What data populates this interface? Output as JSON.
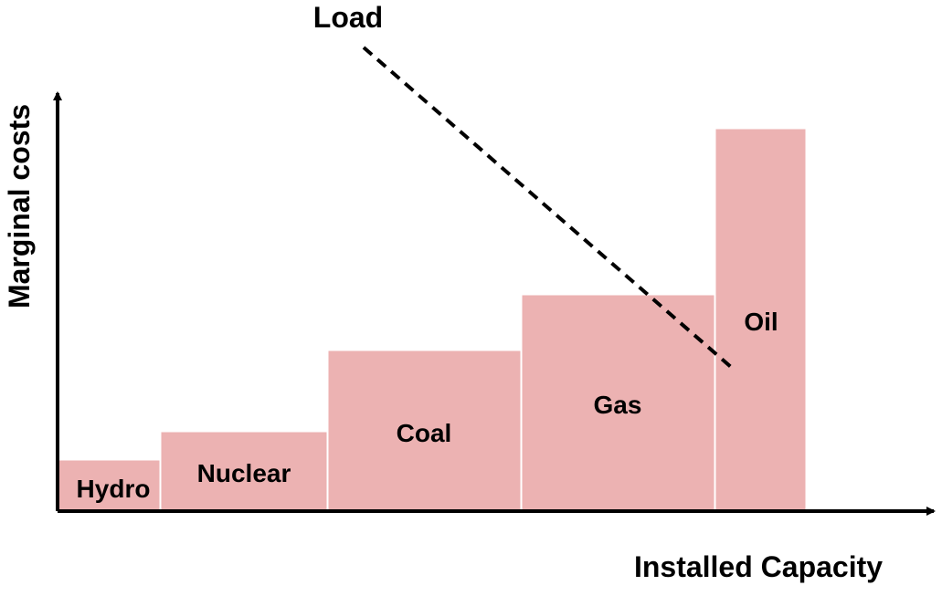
{
  "diagram": {
    "axes": {
      "y_label": "Marginal costs",
      "x_label": "Installed Capacity"
    },
    "load_label": "Load",
    "block_color": "#ecb2b2",
    "blocks": [
      {
        "label": "Hydro"
      },
      {
        "label": "Nuclear"
      },
      {
        "label": "Coal"
      },
      {
        "label": "Gas"
      },
      {
        "label": "Oil"
      }
    ]
  }
}
